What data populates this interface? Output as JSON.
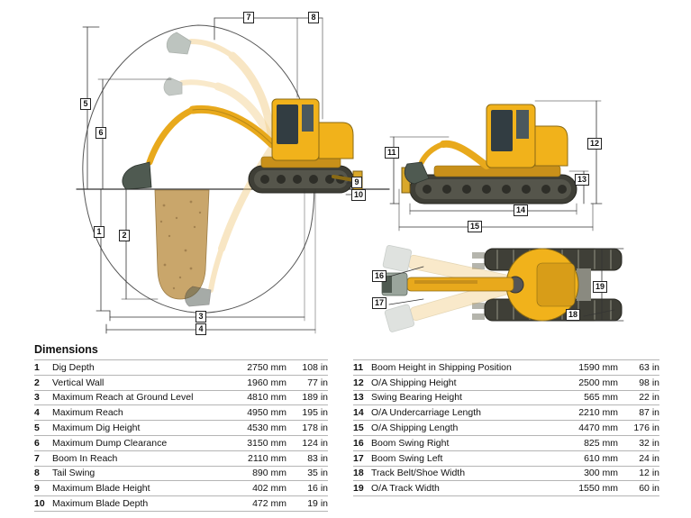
{
  "title": "Dimensions",
  "rows_left": [
    {
      "num": "1",
      "label": "Dig Depth",
      "mm": "2750 mm",
      "in": "108 in"
    },
    {
      "num": "2",
      "label": "Vertical Wall",
      "mm": "1960 mm",
      "in": "77 in"
    },
    {
      "num": "3",
      "label": "Maximum Reach at Ground Level",
      "mm": "4810 mm",
      "in": "189 in"
    },
    {
      "num": "4",
      "label": "Maximum Reach",
      "mm": "4950 mm",
      "in": "195 in"
    },
    {
      "num": "5",
      "label": "Maximum Dig Height",
      "mm": "4530 mm",
      "in": "178 in"
    },
    {
      "num": "6",
      "label": "Maximum Dump Clearance",
      "mm": "3150 mm",
      "in": "124 in"
    },
    {
      "num": "7",
      "label": "Boom In Reach",
      "mm": "2110 mm",
      "in": "83 in"
    },
    {
      "num": "8",
      "label": "Tail Swing",
      "mm": "890 mm",
      "in": "35 in"
    },
    {
      "num": "9",
      "label": "Maximum Blade Height",
      "mm": "402 mm",
      "in": "16 in"
    },
    {
      "num": "10",
      "label": "Maximum Blade Depth",
      "mm": "472 mm",
      "in": "19 in"
    }
  ],
  "rows_right": [
    {
      "num": "11",
      "label": "Boom Height in Shipping Position",
      "mm": "1590 mm",
      "in": "63 in"
    },
    {
      "num": "12",
      "label": "O/A Shipping Height",
      "mm": "2500 mm",
      "in": "98 in"
    },
    {
      "num": "13",
      "label": "Swing Bearing Height",
      "mm": "565 mm",
      "in": "22 in"
    },
    {
      "num": "14",
      "label": "O/A Undercarriage Length",
      "mm": "2210 mm",
      "in": "87 in"
    },
    {
      "num": "15",
      "label": "O/A Shipping Length",
      "mm": "4470 mm",
      "in": "176 in"
    },
    {
      "num": "16",
      "label": "Boom Swing Right",
      "mm": "825 mm",
      "in": "32 in"
    },
    {
      "num": "17",
      "label": "Boom Swing Left",
      "mm": "610 mm",
      "in": "24 in"
    },
    {
      "num": "18",
      "label": "Track Belt/Shoe Width",
      "mm": "300 mm",
      "in": "12 in"
    },
    {
      "num": "19",
      "label": "O/A Track Width",
      "mm": "1550 mm",
      "in": "60 in"
    }
  ],
  "callouts": {
    "c1": "1",
    "c2": "2",
    "c3": "3",
    "c4": "4",
    "c5": "5",
    "c6": "6",
    "c7": "7",
    "c8": "8",
    "c9": "9",
    "c10": "10",
    "c11": "11",
    "c12": "12",
    "c13": "13",
    "c14": "14",
    "c15": "15",
    "c16": "16",
    "c17": "17",
    "c18": "18",
    "c19": "19"
  },
  "colors": {
    "body_yellow": "#F1B21B",
    "boom_yellow": "#E8A91C",
    "ghost_yellow": "#F2CF8B",
    "track_gray": "#3F3F37",
    "bucket_gray": "#4F5A51",
    "dirt_tan": "#C9A66B",
    "dim_line": "#333333"
  }
}
